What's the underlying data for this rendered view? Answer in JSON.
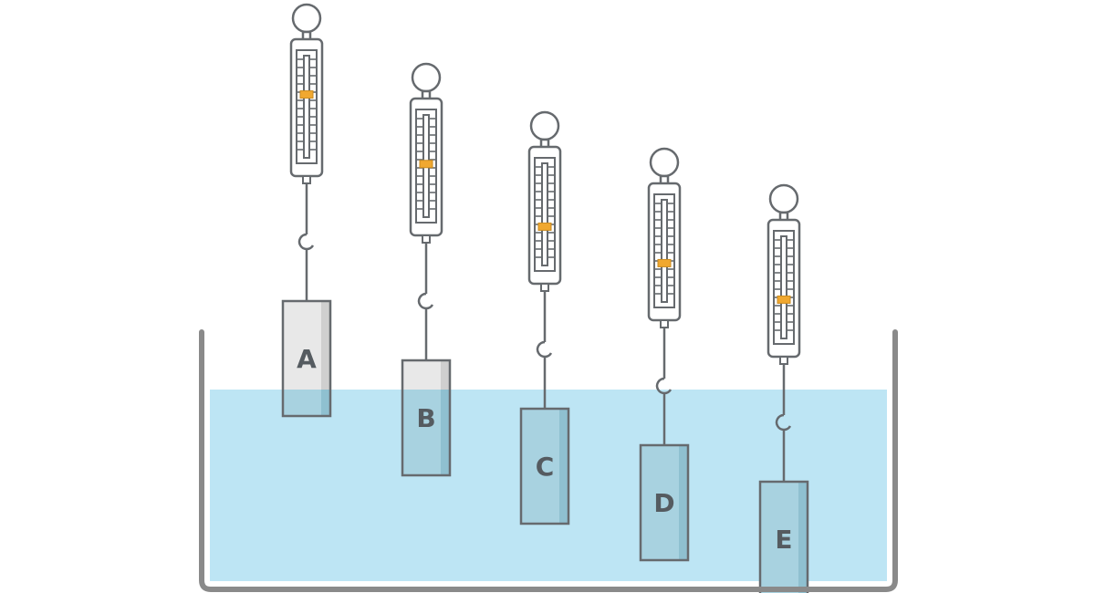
{
  "diagram": {
    "colors": {
      "water": "#bde5f4",
      "tank": "#8a8a8a",
      "outline": "#666a6e",
      "block_dry": "#e8e8e8",
      "block_wet": "#a8d2e0",
      "indicator": "#f0a830"
    },
    "blocks": [
      {
        "label": "A",
        "reading_fraction": 0.62
      },
      {
        "label": "B",
        "reading_fraction": 0.52
      },
      {
        "label": "C",
        "reading_fraction": 0.38
      },
      {
        "label": "D",
        "reading_fraction": 0.38
      },
      {
        "label": "E",
        "reading_fraction": 0.38
      }
    ]
  }
}
